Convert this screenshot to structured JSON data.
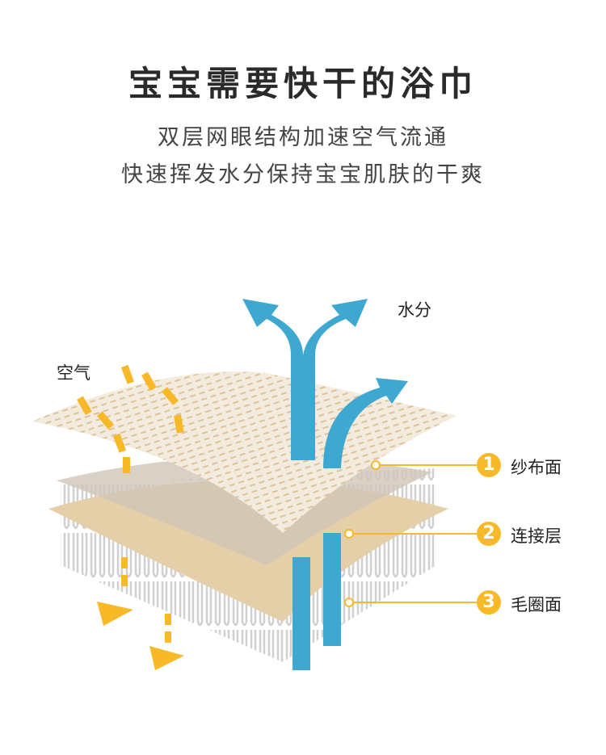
{
  "header": {
    "title": "宝宝需要快干的浴巾",
    "subtitle_lines": [
      "双层网眼结构加速空气流通",
      "快速挥发水分保持宝宝肌肤的干爽"
    ]
  },
  "diagram": {
    "air_label": "空气",
    "moisture_label": "水分",
    "layers": [
      {
        "number": "1",
        "label": "纱布面"
      },
      {
        "number": "2",
        "label": "连接层"
      },
      {
        "number": "3",
        "label": "毛圈面"
      }
    ],
    "colors": {
      "accent": "#f7b928",
      "water": "#3fa8d0",
      "fabric": "#e9d9bd"
    }
  }
}
